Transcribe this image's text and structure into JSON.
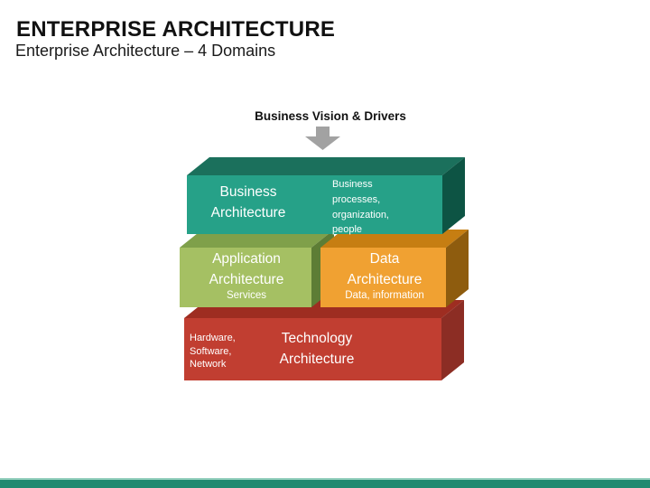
{
  "slide": {
    "title": "ENTERPRISE ARCHITECTURE",
    "subtitle": "Enterprise Architecture – 4 Domains",
    "footer_accent": "#1f8a70",
    "footer_accent_light": "#93cfbd"
  },
  "diagram": {
    "flow_label": "Business Vision & Drivers",
    "arrow": {
      "icon": "down-arrow",
      "color": "#a2a2a2"
    },
    "blocks": {
      "business": {
        "title": "Business Architecture",
        "note": "Business processes, organization, people",
        "front": "#26a188",
        "top": "#1b705c",
        "side": "#0d5444"
      },
      "application": {
        "title": "Application Architecture",
        "note": "Services",
        "front": "#a5c063",
        "top": "#7fa04a",
        "side": "#5d7d35"
      },
      "data": {
        "title": "Data Architecture",
        "note": "Data, information",
        "front": "#f0a132",
        "top": "#c67e12",
        "side": "#8e5c0e"
      },
      "technology": {
        "title": "Technology Architecture",
        "note": "Hardware, Software, Network",
        "front": "#c13e31",
        "top": "#9e2d21",
        "side": "#8c2d24"
      }
    }
  }
}
